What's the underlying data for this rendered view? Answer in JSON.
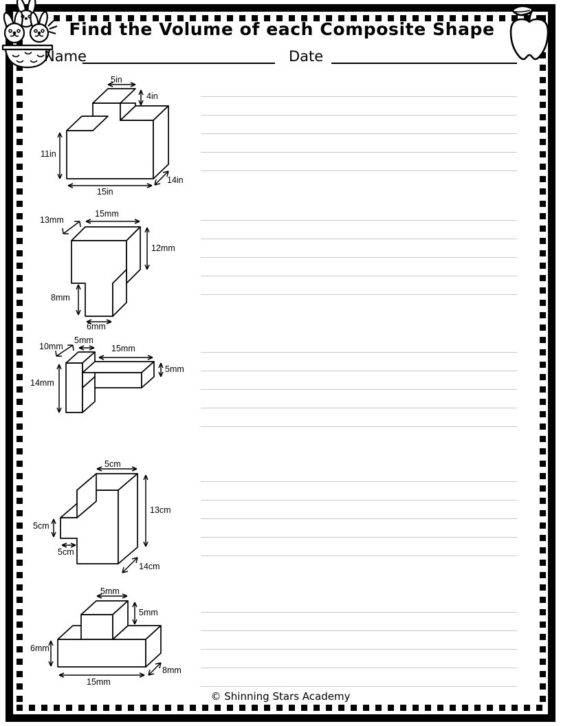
{
  "page": {
    "title": "Find the Volume of each Composite Shape",
    "name_label": "Name",
    "date_label": "Date",
    "footer": "© Shinning Stars Academy",
    "border_color": "#000000",
    "rule_line_color": "#c9c9c9"
  },
  "decorations": [
    {
      "name": "bunnies-in-basket-clipart",
      "position": "top-left"
    },
    {
      "name": "apple-clipart",
      "position": "top-right"
    }
  ],
  "problems": [
    {
      "index": 1,
      "shape": "stepped-rectangular-prism-notch-top",
      "unit": "in",
      "labels": [
        {
          "id": "top-width",
          "text": "5in"
        },
        {
          "id": "step-height",
          "text": "4in"
        },
        {
          "id": "left-height",
          "text": "11in"
        },
        {
          "id": "base-width",
          "text": "15in"
        },
        {
          "id": "depth",
          "text": "14in"
        }
      ],
      "answer_lines": 5
    },
    {
      "index": 2,
      "shape": "inverted-t-prism",
      "unit": "mm",
      "labels": [
        {
          "id": "top-width",
          "text": "15mm"
        },
        {
          "id": "depth",
          "text": "13mm"
        },
        {
          "id": "upper-height",
          "text": "12mm"
        },
        {
          "id": "lower-height",
          "text": "8mm"
        },
        {
          "id": "stem-width",
          "text": "6mm"
        }
      ],
      "answer_lines": 5
    },
    {
      "index": 3,
      "shape": "f-shaped-prism",
      "unit": "mm",
      "labels": [
        {
          "id": "stem-width",
          "text": "5mm"
        },
        {
          "id": "depth",
          "text": "10mm"
        },
        {
          "id": "arm-length",
          "text": "15mm"
        },
        {
          "id": "arm-height",
          "text": "5mm"
        },
        {
          "id": "left-height",
          "text": "14mm"
        }
      ],
      "answer_lines": 5
    },
    {
      "index": 4,
      "shape": "l-shaped-prism",
      "unit": "cm",
      "labels": [
        {
          "id": "top-width",
          "text": "5cm"
        },
        {
          "id": "right-height",
          "text": "13cm"
        },
        {
          "id": "notch-height",
          "text": "5cm"
        },
        {
          "id": "notch-width",
          "text": "5cm"
        },
        {
          "id": "depth",
          "text": "14cm"
        }
      ],
      "answer_lines": 5
    },
    {
      "index": 5,
      "shape": "t-shaped-prism",
      "unit": "mm",
      "labels": [
        {
          "id": "top-width",
          "text": "5mm"
        },
        {
          "id": "top-height",
          "text": "5mm"
        },
        {
          "id": "base-height",
          "text": "6mm"
        },
        {
          "id": "base-width",
          "text": "15mm"
        },
        {
          "id": "depth",
          "text": "8mm"
        }
      ],
      "answer_lines": 5
    }
  ]
}
